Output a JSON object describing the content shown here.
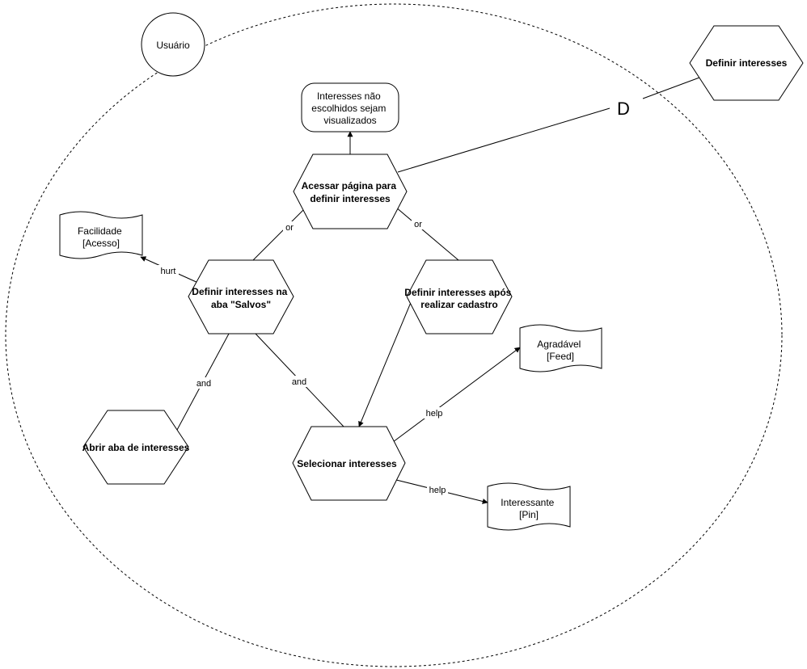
{
  "actor": {
    "label": "Usuário"
  },
  "external_goal": {
    "label": "Definir interesses"
  },
  "dependency_label": "D",
  "nodes": {
    "softgoal": {
      "lines": [
        "Interesses não",
        "escolhidos sejam",
        "visualizados"
      ]
    },
    "acessar": {
      "lines": [
        "Acessar página para",
        "definir interesses"
      ]
    },
    "facilidade": {
      "lines": [
        "Facilidade",
        "[Acesso]"
      ]
    },
    "definir_salvos": {
      "lines": [
        "Definir interesses na",
        "aba \"Salvos\""
      ]
    },
    "definir_cadastro": {
      "lines": [
        "Definir interesses após",
        "realizar cadastro"
      ]
    },
    "agradavel": {
      "lines": [
        "Agradável",
        "[Feed]"
      ]
    },
    "abrir_aba": {
      "lines": [
        "Abrir aba de interesses"
      ]
    },
    "selecionar": {
      "lines": [
        "Selecionar interesses"
      ]
    },
    "interessante": {
      "lines": [
        "Interessante",
        "[Pin]"
      ]
    }
  },
  "edge_labels": {
    "or_left": "or",
    "or_right": "or",
    "hurt": "hurt",
    "and_left": "and",
    "and_right": "and",
    "help_top": "help",
    "help_bottom": "help"
  }
}
